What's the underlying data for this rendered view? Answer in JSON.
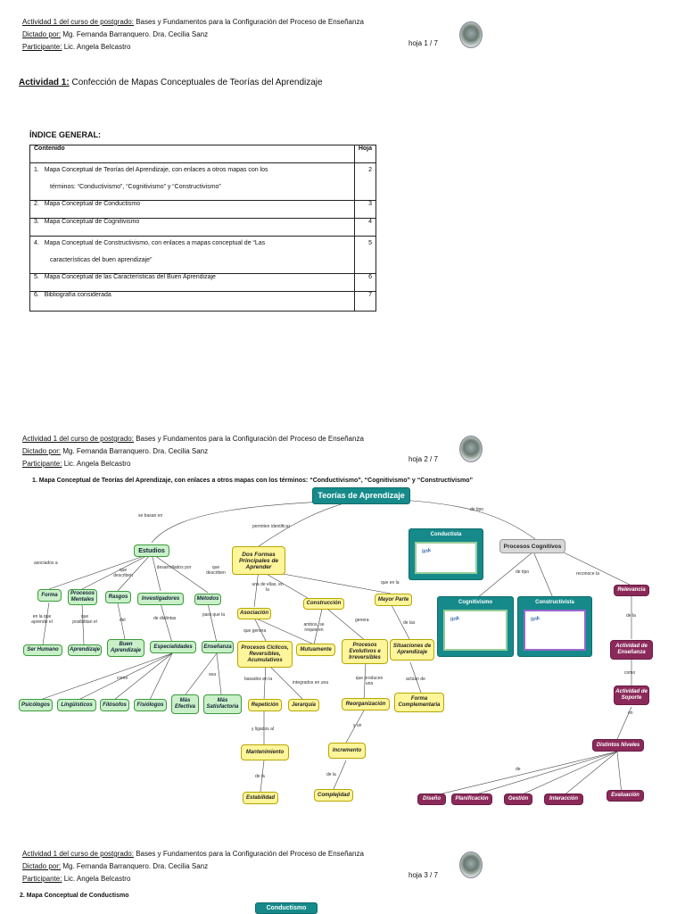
{
  "header": {
    "line1_label": "Actividad 1 del curso de postgrado:",
    "line1_value": " Bases y Fundamentos para la Configuración del Proceso de Enseñanza",
    "line2_label": "Dictado por:",
    "line2_value": " Mg. Fernanda Barranquero. Dra. Cecilia Sanz",
    "line3_label": "Participante:",
    "line3_value": " Lic. Angela Belcastro"
  },
  "pages": {
    "p1": "hoja 1 / 7",
    "p2": "hoja 2 / 7",
    "p3": "hoja 3 / 7"
  },
  "activity": {
    "label": "Actividad 1:",
    "title": " Confección de Mapas Conceptuales de Teorías del Aprendizaje"
  },
  "index": {
    "title": "ÍNDICE GENERAL:",
    "col_content": "Contenido",
    "col_page": "Hoja",
    "rows": [
      {
        "num": "1.",
        "text_a": "Mapa Conceptual de Teorías del Aprendizaje, con enlaces a otros mapas con los",
        "text_b": "términos: “Conductivismo”, “Cognitivismo” y “Constructivismo”",
        "page": "2"
      },
      {
        "num": "2.",
        "text_a": "Mapa Conceptual de Conductismo",
        "text_b": "",
        "page": "3"
      },
      {
        "num": "3.",
        "text_a": "Mapa Conceptual de Cognitivismo",
        "text_b": "",
        "page": "4"
      },
      {
        "num": "4.",
        "text_a": "Mapa Conceptual de Constructivismo, con enlaces a mapas conceptual de “Las",
        "text_b": "características del buen aprendizaje”",
        "page": "5"
      },
      {
        "num": "5.",
        "text_a": "Mapa Conceptual de las Características del Buen Aprendizaje",
        "text_b": "",
        "page": "6"
      },
      {
        "num": "6.",
        "text_a": "Bibliografía considerada",
        "text_b": "",
        "page": "7"
      }
    ]
  },
  "section1": "1.   Mapa Conceptual de Teorías del Aprendizaje, con enlaces a otros mapas con los términos: “Conductivismo”, “Cognitivismo” y “Constructivismo”",
  "section2": "2.   Mapa Conceptual de Conductismo",
  "map": {
    "root": "Teorías de Aprendizaje",
    "estudios": "Estudios",
    "dos_formas": "Dos Formas Principales de Aprender",
    "forma": "Forma",
    "procesos_mentales": "Procesos Mentales",
    "rasgos": "Rasgos",
    "investigadores": "Investigadores",
    "metodos": "Métodos",
    "ser_humano": "Ser Humano",
    "aprendizaje": "Aprendizaje",
    "buen_aprendizaje": "Buen Aprendizaje",
    "especialidades": "Especialidades",
    "ensenanza": "Enseñanza",
    "psicologos": "Psicólogos",
    "linguisticos": "Lingüísticos",
    "filosofos": "Filósofos",
    "fisiologos": "Fisiólogos",
    "mas_efectiva": "Más Efectiva",
    "mas_satisfactoria": "Más Satisfactoria",
    "asociacion": "Asociación",
    "construccion": "Construcción",
    "mayor_parte": "Mayor Parte",
    "procesos_ciclicos": "Procesos Cíclicos, Reversibles, Acumulativos",
    "mutuamente": "Mutuamente",
    "procesos_evolutivos": "Procesos Evolutivos e Irreversibles",
    "situaciones": "Situaciones de Aprendizaje",
    "repeticion": "Repetición",
    "jerarquia": "Jerarquía",
    "reorganizacion": "Reorganización",
    "forma_complementaria": "Forma Complementaria",
    "mantenimiento": "Mantenimiento",
    "incremento": "Incremento",
    "estabilidad": "Estabilidad",
    "complejidad": "Complejidad",
    "conductista": "Conductista",
    "procesos_cognitivos": "Procesos Cognitivos",
    "cognitivismo": "Cognitivismo",
    "constructivista": "Constructivista",
    "relevancia": "Relevancia",
    "actividad_ensenanza": "Actividad de Enseñanza",
    "actividad_soporte": "Actividad de Soporte",
    "distintos_niveles": "Distintos Niveles",
    "diseno": "Diseño",
    "planificacion": "Planificación",
    "gestion": "Gestión",
    "interaccion": "Interacción",
    "evaluacion": "Evaluación",
    "link_word": "link",
    "conductismo_title": "Conductismo",
    "links": {
      "se_basan_en": "se basan en",
      "permiten_identificar": "permiten identificar",
      "de_tipo_1": "de tipo",
      "asociados_a": "asociados a",
      "que_describen_1": "que describen",
      "desarrollados_por": "desarrollados por",
      "que_describen_2": "que describen",
      "una_de_ellas": "una de ellas, en la",
      "que_en_la": "que en la",
      "de_tipo_2": "de tipo",
      "reconoce_la": "reconoce la",
      "en_la_que": "en la que aprende el",
      "que_posibilitan": "que posibilitan el",
      "del": "del",
      "de_distintas": "de distintas",
      "para_que_la": "para que la",
      "que_genera": "que genera",
      "ambos_se_requieren": "ambos, se requieren",
      "genera": "genera",
      "de_las": "de las",
      "de_la_1": "de la",
      "como_1": "como",
      "sea": "sea",
      "basados_en_la": "basados en la",
      "integrados_en_una": "integrados en una",
      "que_producen_una": "que producen una",
      "actuan_de": "actúan de",
      "y_ligados_al": "y ligados al",
      "y_un": "y un",
      "de_la_2": "de la",
      "de_la_3": "de la",
      "en": "en",
      "de": "de",
      "como_2": "como"
    }
  }
}
